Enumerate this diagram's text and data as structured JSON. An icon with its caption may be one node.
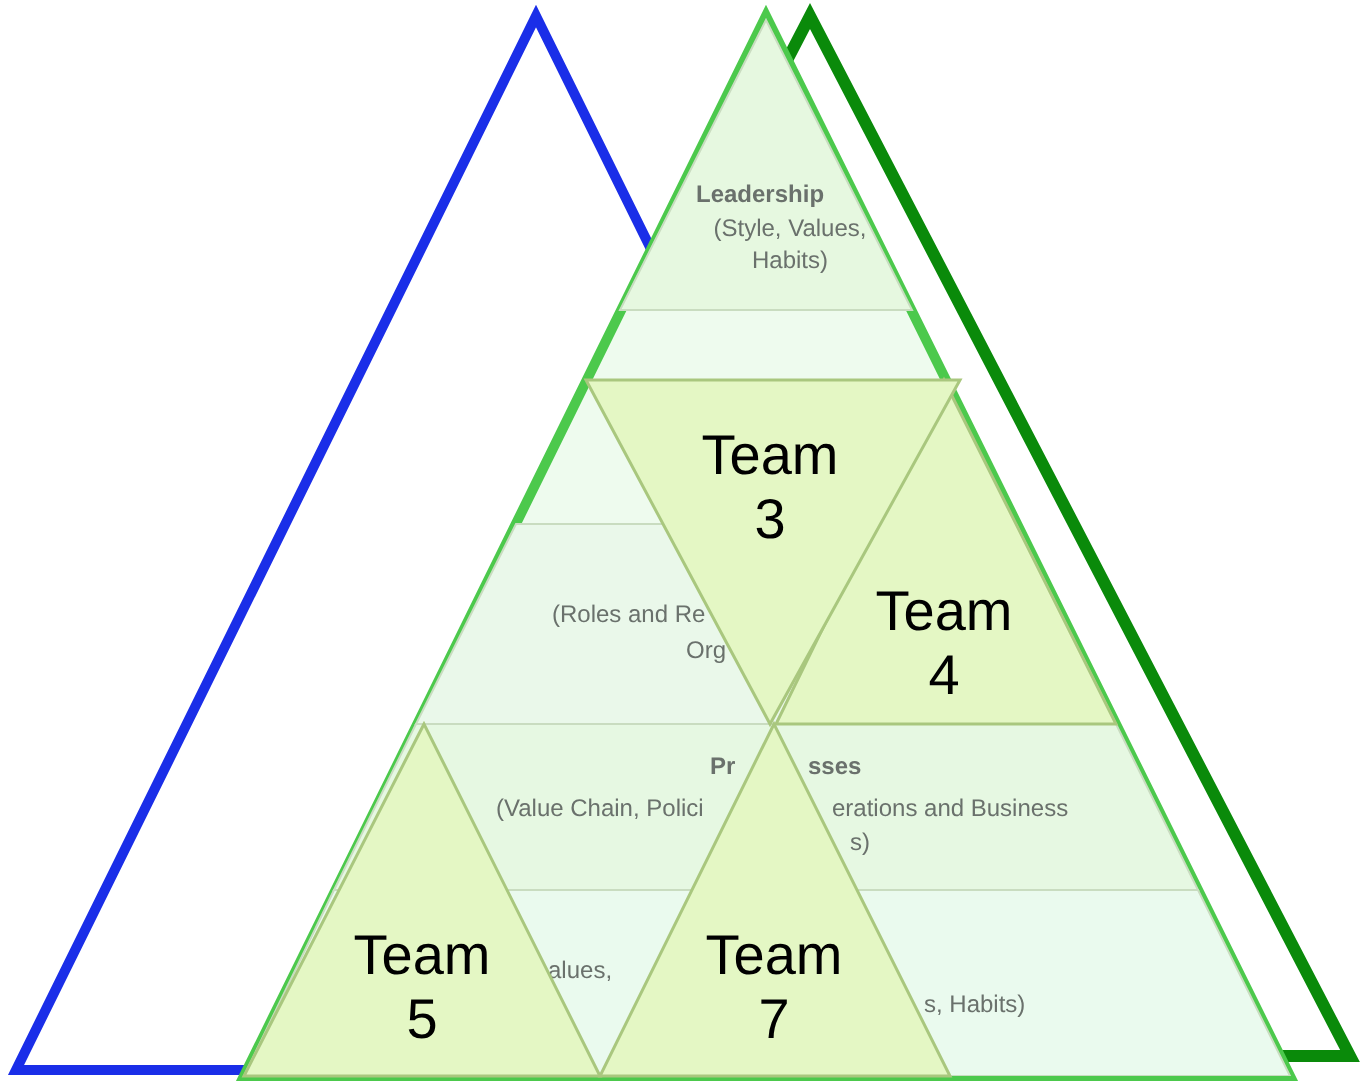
{
  "diagram": {
    "nodes": [
      {
        "text": [],
        "shape": "triangle"
      },
      {
        "text": [],
        "shape": "triangle"
      },
      {
        "text": [],
        "shape": "triangle"
      },
      {
        "text": [
          "Leadership",
          "(Style, Values, Habits)"
        ],
        "in": 2
      },
      {
        "text": [
          "(Roles and Re",
          "Org"
        ],
        "in": 2
      },
      {
        "text": [
          "Pr",
          "sses",
          "(Value Chain, Polici",
          "erations and Business",
          "s)"
        ],
        "in": 2
      },
      {
        "text": [
          "alues,",
          "s, Habits)"
        ],
        "in": 2
      },
      {
        "text": [
          "Team 3"
        ]
      },
      {
        "text": [
          "Team 4"
        ],
        "in": 2
      },
      {
        "text": [
          "Team 5"
        ]
      },
      {
        "text": [
          "Team 7"
        ]
      }
    ],
    "edges": []
  }
}
